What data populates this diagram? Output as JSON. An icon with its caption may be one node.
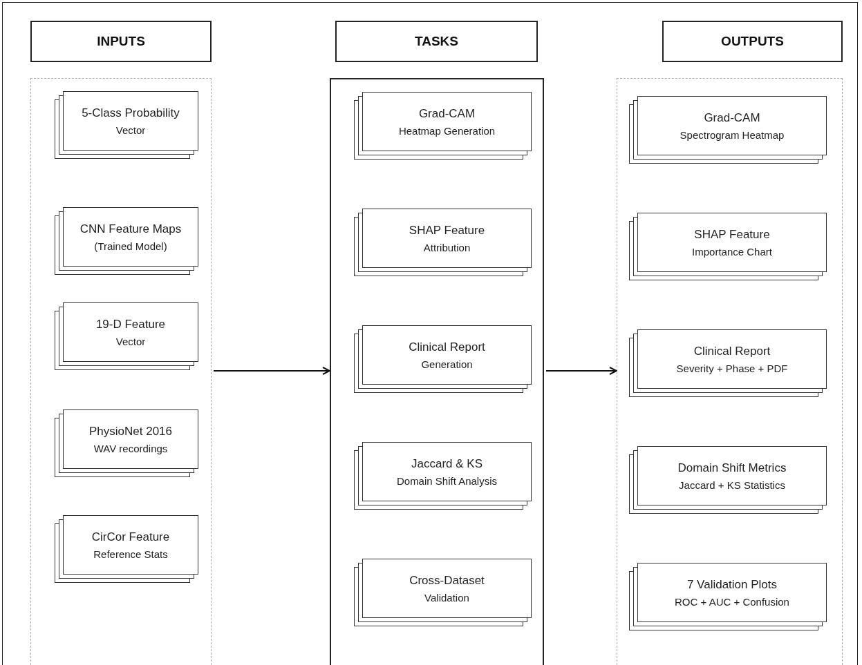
{
  "diagram": {
    "nodes": [
      {
        "text": [
          "INPUTS"
        ]
      },
      {
        "text": [
          "TASKS"
        ]
      },
      {
        "text": [
          "OUTPUTS"
        ]
      },
      {
        "text": [],
        "shape": "box"
      },
      {
        "text": [
          "5-Class Probability",
          "Vector"
        ],
        "in": 3
      },
      {
        "text": [
          "CNN Feature Maps",
          "(Trained Model)"
        ],
        "in": 3
      },
      {
        "text": [
          "19-D Feature",
          "Vector"
        ],
        "in": 3
      },
      {
        "text": [
          "PhysioNet 2016",
          "WAV recordings"
        ],
        "in": 3
      },
      {
        "text": [
          "CirCor Feature",
          "Reference Stats"
        ],
        "in": 3
      },
      {
        "text": [],
        "shape": "box"
      },
      {
        "text": [
          "Grad-CAM",
          "Heatmap Generation"
        ],
        "in": 9
      },
      {
        "text": [
          "SHAP Feature",
          "Attribution"
        ],
        "in": 9
      },
      {
        "text": [
          "Clinical Report",
          "Generation"
        ],
        "in": 9
      },
      {
        "text": [
          "Jaccard & KS",
          "Domain Shift Analysis"
        ],
        "in": 9
      },
      {
        "text": [
          "Cross-Dataset",
          "Validation"
        ],
        "in": 9
      },
      {
        "text": [],
        "shape": "box"
      },
      {
        "text": [
          "Grad-CAM",
          "Spectrogram Heatmap"
        ],
        "in": 15
      },
      {
        "text": [
          "SHAP Feature",
          "Importance Chart"
        ],
        "in": 15
      },
      {
        "text": [
          "Clinical Report",
          "Severity + Phase + PDF"
        ],
        "in": 15
      },
      {
        "text": [
          "Domain Shift Metrics",
          "Jaccard + KS Statistics"
        ],
        "in": 15
      },
      {
        "text": [
          "7 Validation Plots",
          "ROC + AUC + Confusion"
        ],
        "in": 15
      }
    ],
    "edges": [
      {
        "from": 3,
        "to": 9,
        "arrow": "to"
      },
      {
        "from": 9,
        "to": 15,
        "arrow": "to"
      }
    ]
  }
}
